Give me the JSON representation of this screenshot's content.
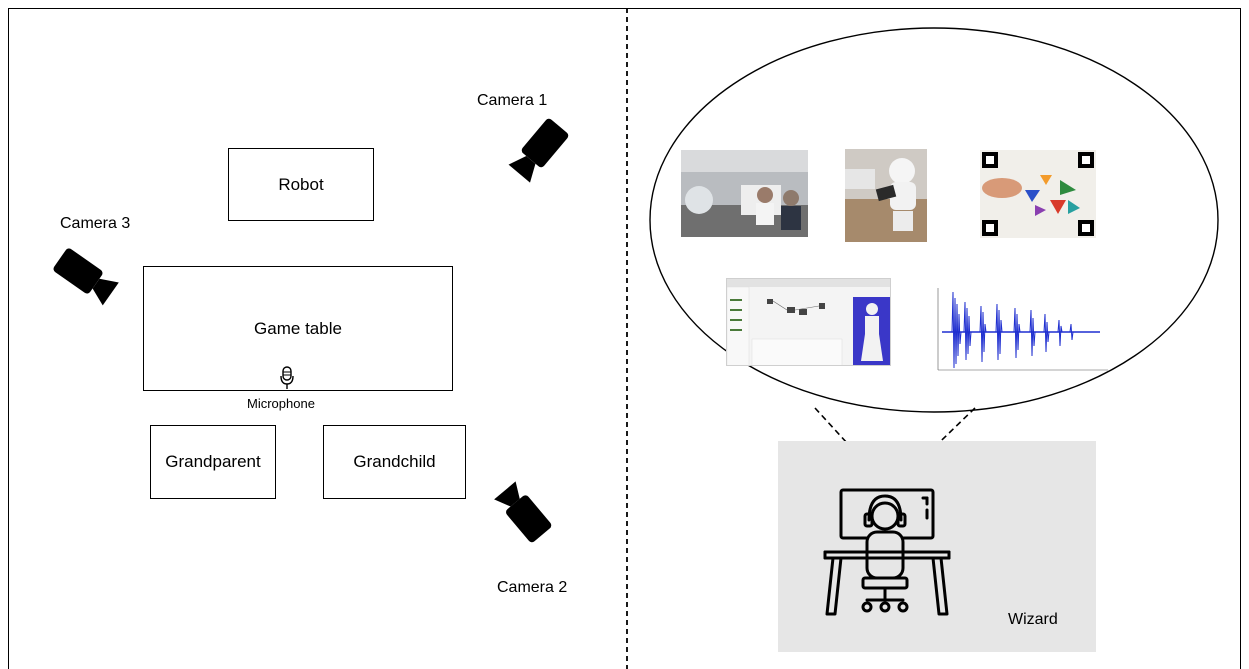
{
  "labels": {
    "robot": "Robot",
    "game_table": "Game table",
    "microphone": "Microphone",
    "grandparent": "Grandparent",
    "grandchild": "Grandchild",
    "camera1": "Camera 1",
    "camera2": "Camera 2",
    "camera3": "Camera 3",
    "wizard": "Wizard"
  },
  "icons": {
    "camera": "video-camera-icon",
    "microphone": "microphone-icon",
    "operator": "person-at-computer-with-headphones-icon"
  },
  "colors": {
    "line": "#000000",
    "wizard_panel": "#e6e6e6",
    "waveform": "#1f2fd0",
    "robot_software_bg": "#3a37c8"
  }
}
